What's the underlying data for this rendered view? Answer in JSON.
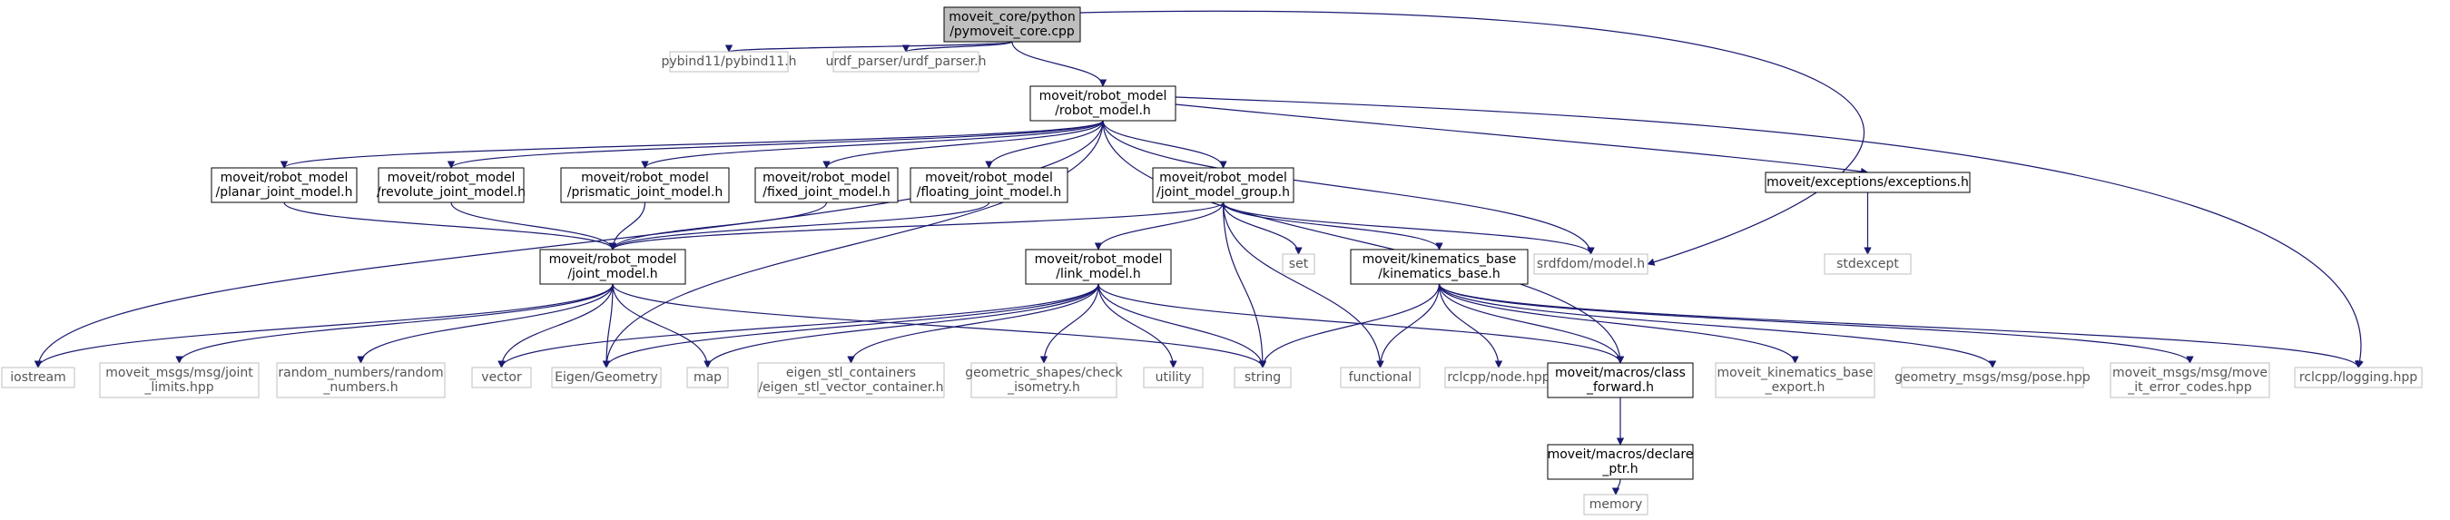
{
  "graph": {
    "colors": {
      "edge": "#191970",
      "root_fill": "#bfbfbf",
      "node_border": "#000000",
      "external_border": "#bfbfbf",
      "text": "#000000",
      "external_text": "#555555"
    },
    "nodes": [
      {
        "id": "root",
        "lines": [
          "moveit_core/python",
          "/pymoveit_core.cpp"
        ],
        "kind": "root"
      },
      {
        "id": "pybind11",
        "lines": [
          "pybind11/pybind11.h"
        ],
        "kind": "external"
      },
      {
        "id": "urdf_parser",
        "lines": [
          "urdf_parser/urdf_parser.h"
        ],
        "kind": "external"
      },
      {
        "id": "robot_model",
        "lines": [
          "moveit/robot_model",
          "/robot_model.h"
        ],
        "kind": "header"
      },
      {
        "id": "planar",
        "lines": [
          "moveit/robot_model",
          "/planar_joint_model.h"
        ],
        "kind": "header"
      },
      {
        "id": "revolute",
        "lines": [
          "moveit/robot_model",
          "/revolute_joint_model.h"
        ],
        "kind": "header"
      },
      {
        "id": "prismatic",
        "lines": [
          "moveit/robot_model",
          "/prismatic_joint_model.h"
        ],
        "kind": "header"
      },
      {
        "id": "fixed",
        "lines": [
          "moveit/robot_model",
          "/fixed_joint_model.h"
        ],
        "kind": "header"
      },
      {
        "id": "floating",
        "lines": [
          "moveit/robot_model",
          "/floating_joint_model.h"
        ],
        "kind": "header"
      },
      {
        "id": "jmg",
        "lines": [
          "moveit/robot_model",
          "/joint_model_group.h"
        ],
        "kind": "header"
      },
      {
        "id": "exceptions",
        "lines": [
          "moveit/exceptions/exceptions.h"
        ],
        "kind": "header"
      },
      {
        "id": "stdexcept",
        "lines": [
          "stdexcept"
        ],
        "kind": "external"
      },
      {
        "id": "joint_model",
        "lines": [
          "moveit/robot_model",
          "/joint_model.h"
        ],
        "kind": "header"
      },
      {
        "id": "link_model",
        "lines": [
          "moveit/robot_model",
          "/link_model.h"
        ],
        "kind": "header"
      },
      {
        "id": "set",
        "lines": [
          "set"
        ],
        "kind": "external"
      },
      {
        "id": "kinematics_base",
        "lines": [
          "moveit/kinematics_base",
          "/kinematics_base.h"
        ],
        "kind": "header"
      },
      {
        "id": "srdfdom",
        "lines": [
          "srdfdom/model.h"
        ],
        "kind": "external"
      },
      {
        "id": "iostream",
        "lines": [
          "iostream"
        ],
        "kind": "external"
      },
      {
        "id": "joint_limits",
        "lines": [
          "moveit_msgs/msg/joint",
          "_limits.hpp"
        ],
        "kind": "external"
      },
      {
        "id": "random_numbers",
        "lines": [
          "random_numbers/random",
          "_numbers.h"
        ],
        "kind": "external"
      },
      {
        "id": "vector",
        "lines": [
          "vector"
        ],
        "kind": "external"
      },
      {
        "id": "eigen_geometry",
        "lines": [
          "Eigen/Geometry"
        ],
        "kind": "external"
      },
      {
        "id": "map",
        "lines": [
          "map"
        ],
        "kind": "external"
      },
      {
        "id": "eigen_stl",
        "lines": [
          "eigen_stl_containers",
          "/eigen_stl_vector_container.h"
        ],
        "kind": "external"
      },
      {
        "id": "geometric_shapes",
        "lines": [
          "geometric_shapes/check",
          "_isometry.h"
        ],
        "kind": "external"
      },
      {
        "id": "utility",
        "lines": [
          "utility"
        ],
        "kind": "external"
      },
      {
        "id": "string",
        "lines": [
          "string"
        ],
        "kind": "external"
      },
      {
        "id": "functional",
        "lines": [
          "functional"
        ],
        "kind": "external"
      },
      {
        "id": "rclcpp_node",
        "lines": [
          "rclcpp/node.hpp"
        ],
        "kind": "external"
      },
      {
        "id": "class_forward",
        "lines": [
          "moveit/macros/class",
          "_forward.h"
        ],
        "kind": "header"
      },
      {
        "id": "kb_export",
        "lines": [
          "moveit_kinematics_base",
          "_export.h"
        ],
        "kind": "external"
      },
      {
        "id": "pose",
        "lines": [
          "geometry_msgs/msg/pose.hpp"
        ],
        "kind": "external"
      },
      {
        "id": "move_it_error_codes",
        "lines": [
          "moveit_msgs/msg/move",
          "_it_error_codes.hpp"
        ],
        "kind": "external"
      },
      {
        "id": "rclcpp_logging",
        "lines": [
          "rclcpp/logging.hpp"
        ],
        "kind": "external"
      },
      {
        "id": "declare_ptr",
        "lines": [
          "moveit/macros/declare",
          "_ptr.h"
        ],
        "kind": "header"
      },
      {
        "id": "memory",
        "lines": [
          "memory"
        ],
        "kind": "external"
      }
    ],
    "edges": [
      [
        "root",
        "pybind11"
      ],
      [
        "root",
        "urdf_parser"
      ],
      [
        "root",
        "robot_model"
      ],
      [
        "root",
        "srdfdom"
      ],
      [
        "robot_model",
        "iostream"
      ],
      [
        "robot_model",
        "planar"
      ],
      [
        "robot_model",
        "revolute"
      ],
      [
        "robot_model",
        "prismatic"
      ],
      [
        "robot_model",
        "fixed"
      ],
      [
        "robot_model",
        "floating"
      ],
      [
        "robot_model",
        "eigen_geometry"
      ],
      [
        "robot_model",
        "jmg"
      ],
      [
        "robot_model",
        "class_forward"
      ],
      [
        "robot_model",
        "srdfdom"
      ],
      [
        "robot_model",
        "exceptions"
      ],
      [
        "robot_model",
        "rclcpp_logging"
      ],
      [
        "planar",
        "joint_model"
      ],
      [
        "revolute",
        "joint_model"
      ],
      [
        "prismatic",
        "joint_model"
      ],
      [
        "fixed",
        "joint_model"
      ],
      [
        "floating",
        "joint_model"
      ],
      [
        "jmg",
        "joint_model"
      ],
      [
        "jmg",
        "link_model"
      ],
      [
        "jmg",
        "set"
      ],
      [
        "jmg",
        "string"
      ],
      [
        "jmg",
        "functional"
      ],
      [
        "jmg",
        "kinematics_base"
      ],
      [
        "jmg",
        "srdfdom"
      ],
      [
        "exceptions",
        "stdexcept"
      ],
      [
        "joint_model",
        "iostream"
      ],
      [
        "joint_model",
        "joint_limits"
      ],
      [
        "joint_model",
        "random_numbers"
      ],
      [
        "joint_model",
        "vector"
      ],
      [
        "joint_model",
        "eigen_geometry"
      ],
      [
        "joint_model",
        "map"
      ],
      [
        "joint_model",
        "string"
      ],
      [
        "link_model",
        "vector"
      ],
      [
        "link_model",
        "eigen_geometry"
      ],
      [
        "link_model",
        "map"
      ],
      [
        "link_model",
        "eigen_stl"
      ],
      [
        "link_model",
        "geometric_shapes"
      ],
      [
        "link_model",
        "utility"
      ],
      [
        "link_model",
        "string"
      ],
      [
        "link_model",
        "class_forward"
      ],
      [
        "kinematics_base",
        "string"
      ],
      [
        "kinematics_base",
        "functional"
      ],
      [
        "kinematics_base",
        "rclcpp_node"
      ],
      [
        "kinematics_base",
        "class_forward"
      ],
      [
        "kinematics_base",
        "kb_export"
      ],
      [
        "kinematics_base",
        "pose"
      ],
      [
        "kinematics_base",
        "move_it_error_codes"
      ],
      [
        "kinematics_base",
        "rclcpp_logging"
      ],
      [
        "class_forward",
        "declare_ptr"
      ],
      [
        "declare_ptr",
        "memory"
      ]
    ]
  }
}
